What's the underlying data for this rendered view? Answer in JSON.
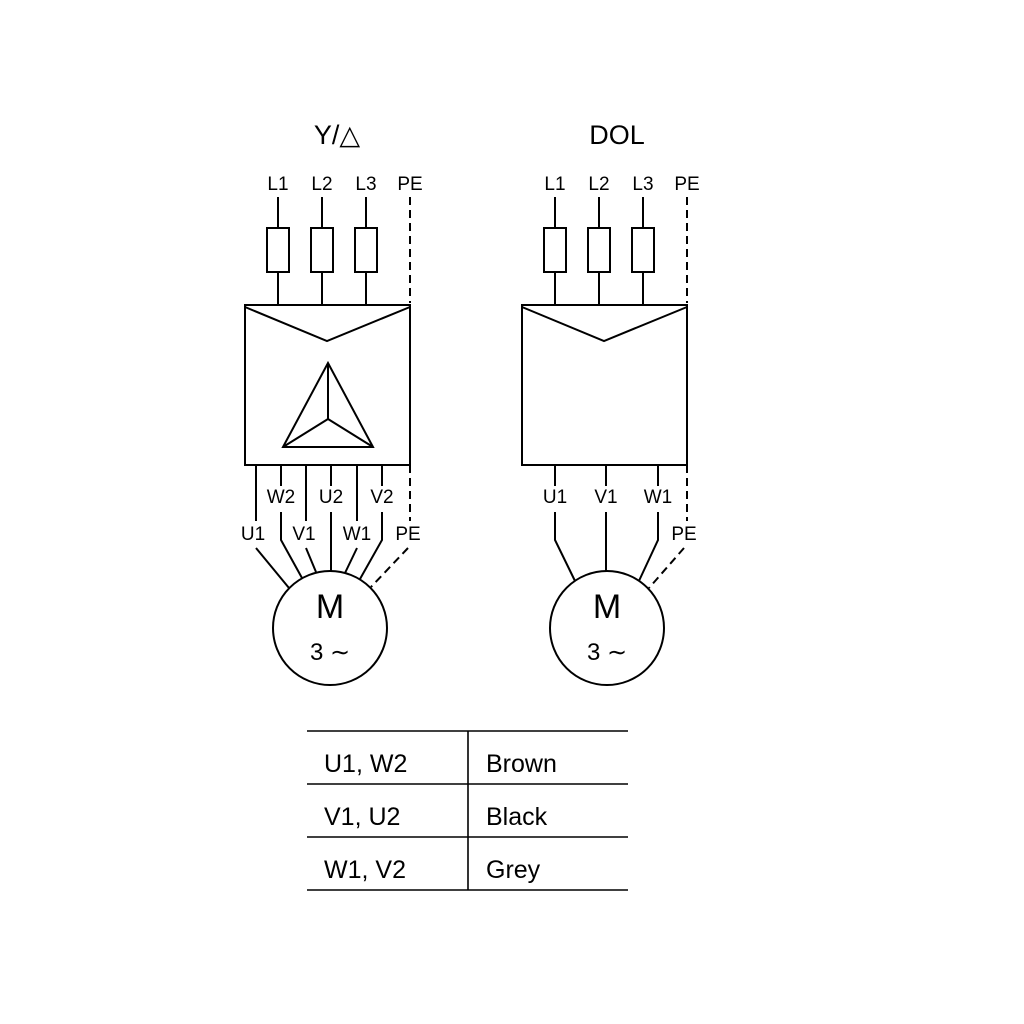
{
  "diagram": {
    "left": {
      "title": "Y/△",
      "supply_labels": [
        "L1",
        "L2",
        "L3",
        "PE"
      ],
      "output_top_labels": [
        "W2",
        "U2",
        "V2"
      ],
      "output_bottom_labels": [
        "U1",
        "V1",
        "W1",
        "PE"
      ],
      "motor": {
        "letter": "M",
        "phase": "3 ∼"
      }
    },
    "right": {
      "title": "DOL",
      "supply_labels": [
        "L1",
        "L2",
        "L3",
        "PE"
      ],
      "output_labels": [
        "U1",
        "V1",
        "W1"
      ],
      "pe_label": "PE",
      "motor": {
        "letter": "M",
        "phase": "3 ∼"
      }
    }
  },
  "table": {
    "rows": [
      {
        "terminals": "U1, W2",
        "color": "Brown"
      },
      {
        "terminals": "V1, U2",
        "color": "Black"
      },
      {
        "terminals": "W1, V2",
        "color": "Grey"
      }
    ]
  },
  "colors": {
    "line": "#000000",
    "background": "#ffffff"
  }
}
